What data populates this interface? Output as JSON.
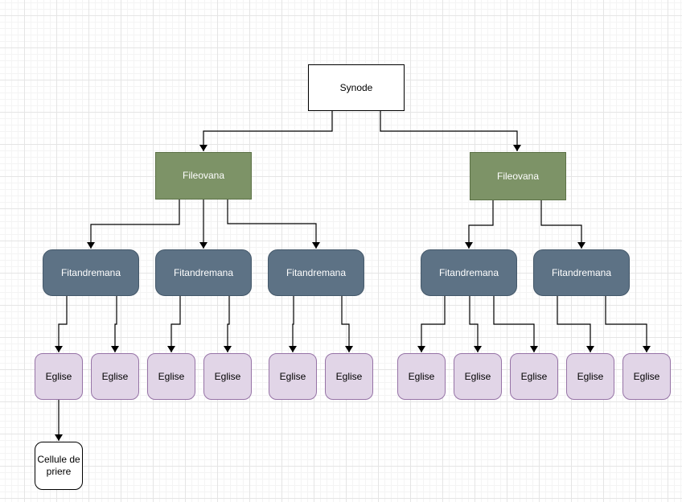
{
  "diagram": {
    "type": "org-hierarchy-flowchart",
    "nodes": {
      "synode": {
        "id": "synode",
        "label": "Synode"
      },
      "fileovana": [
        {
          "id": "fileovana-1",
          "label": "Fileovana"
        },
        {
          "id": "fileovana-2",
          "label": "Fileovana"
        }
      ],
      "fitandremana": [
        {
          "id": "fitandremana-1",
          "label": "Fitandremana"
        },
        {
          "id": "fitandremana-2",
          "label": "Fitandremana"
        },
        {
          "id": "fitandremana-3",
          "label": "Fitandremana"
        },
        {
          "id": "fitandremana-4",
          "label": "Fitandremana"
        },
        {
          "id": "fitandremana-5",
          "label": "Fitandremana"
        }
      ],
      "eglise": [
        {
          "id": "eglise-1",
          "label": "Eglise"
        },
        {
          "id": "eglise-2",
          "label": "Eglise"
        },
        {
          "id": "eglise-3",
          "label": "Eglise"
        },
        {
          "id": "eglise-4",
          "label": "Eglise"
        },
        {
          "id": "eglise-5",
          "label": "Eglise"
        },
        {
          "id": "eglise-6",
          "label": "Eglise"
        },
        {
          "id": "eglise-7",
          "label": "Eglise"
        },
        {
          "id": "eglise-8",
          "label": "Eglise"
        },
        {
          "id": "eglise-9",
          "label": "Eglise"
        },
        {
          "id": "eglise-10",
          "label": "Eglise"
        },
        {
          "id": "eglise-11",
          "label": "Eglise"
        }
      ],
      "cellule": {
        "id": "cellule-de-priere",
        "label": "Cellule de priere"
      }
    },
    "edges": [
      {
        "from": "synode",
        "to": "fileovana-1"
      },
      {
        "from": "synode",
        "to": "fileovana-2"
      },
      {
        "from": "fileovana-1",
        "to": "fitandremana-1"
      },
      {
        "from": "fileovana-1",
        "to": "fitandremana-2"
      },
      {
        "from": "fileovana-1",
        "to": "fitandremana-3"
      },
      {
        "from": "fileovana-2",
        "to": "fitandremana-4"
      },
      {
        "from": "fileovana-2",
        "to": "fitandremana-5"
      },
      {
        "from": "fitandremana-1",
        "to": "eglise-1"
      },
      {
        "from": "fitandremana-1",
        "to": "eglise-2"
      },
      {
        "from": "fitandremana-2",
        "to": "eglise-3"
      },
      {
        "from": "fitandremana-2",
        "to": "eglise-4"
      },
      {
        "from": "fitandremana-3",
        "to": "eglise-5"
      },
      {
        "from": "fitandremana-3",
        "to": "eglise-6"
      },
      {
        "from": "fitandremana-4",
        "to": "eglise-7"
      },
      {
        "from": "fitandremana-4",
        "to": "eglise-8"
      },
      {
        "from": "fitandremana-4",
        "to": "eglise-9"
      },
      {
        "from": "fitandremana-5",
        "to": "eglise-10"
      },
      {
        "from": "fitandremana-5",
        "to": "eglise-11"
      },
      {
        "from": "eglise-1",
        "to": "cellule-de-priere"
      }
    ],
    "colors": {
      "canvas_bg": "#ffffff",
      "grid_minor": "#f4f4f4",
      "grid_major": "#e5e5e5",
      "edge": "#000000",
      "synode_fill": "#ffffff",
      "synode_stroke": "#000000",
      "fileovana_fill": "#7d9367",
      "fileovana_stroke": "#5c7146",
      "fitandremana_fill": "#5d7285",
      "fitandremana_stroke": "#44586a",
      "eglise_fill": "#e1d5e7",
      "eglise_stroke": "#9673a6",
      "cellule_fill": "#ffffff",
      "cellule_stroke": "#000000",
      "text_dark": "#000000",
      "text_light": "#ffffff"
    }
  }
}
